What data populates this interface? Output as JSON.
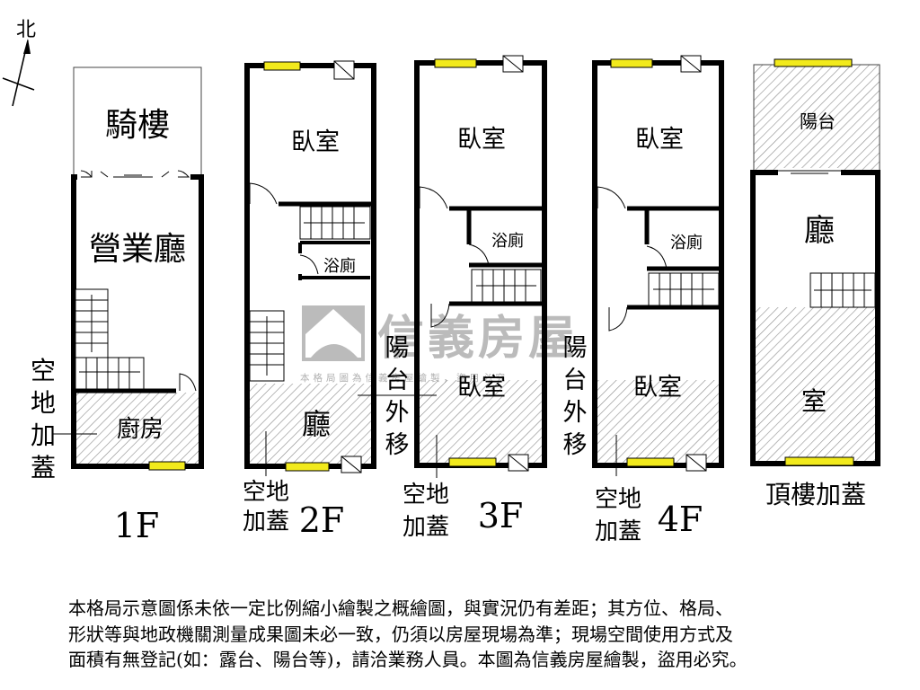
{
  "compass": {
    "label": "北"
  },
  "floors": {
    "f1": {
      "floor_label": "1F",
      "arcade": "騎樓",
      "business_hall": "營業廳",
      "kitchen": "廚房",
      "side_label": [
        "空",
        "地",
        "加",
        "蓋"
      ]
    },
    "f2": {
      "floor_label": "2F",
      "bedroom": "臥室",
      "bathroom": "浴廁",
      "living": "廳",
      "side_label": [
        "空地",
        "加蓋"
      ]
    },
    "f3": {
      "floor_label": "3F",
      "bedroom_top": "臥室",
      "bathroom": "浴廁",
      "bedroom_bottom": "臥室",
      "balcony_label": [
        "陽",
        "台",
        "外",
        "移"
      ],
      "side_label": [
        "空地",
        "加蓋"
      ]
    },
    "f4": {
      "floor_label": "4F",
      "bedroom_top": "臥室",
      "bathroom": "浴廁",
      "bedroom_bottom": "臥室",
      "balcony_label": [
        "陽",
        "台",
        "外",
        "移"
      ],
      "side_label": [
        "空地",
        "加蓋"
      ]
    },
    "roof": {
      "floor_label": "頂樓加蓋",
      "balcony": "陽台",
      "hall": "廳",
      "room": "室"
    }
  },
  "watermark": {
    "brand": "信義房屋",
    "notice": "本格局圖為信義房屋繪製，盜用必究"
  },
  "disclaimer": [
    "本格局示意圖係未依一定比例縮小繪製之概繪圖，與實況仍有差距；其方位、格局、",
    "形狀等與地政機關測量成果圖未必一致，仍須以房屋現場為準；現場空間使用方式及",
    "面積有無登記(如：露台、陽台等)，請洽業務人員。本圖為信義房屋繪製，盜用必究。"
  ],
  "colors": {
    "wall": "#000000",
    "window": "#f2ea1c",
    "hatch": "#8a8a8a",
    "watermark": "#b4b4b4"
  }
}
